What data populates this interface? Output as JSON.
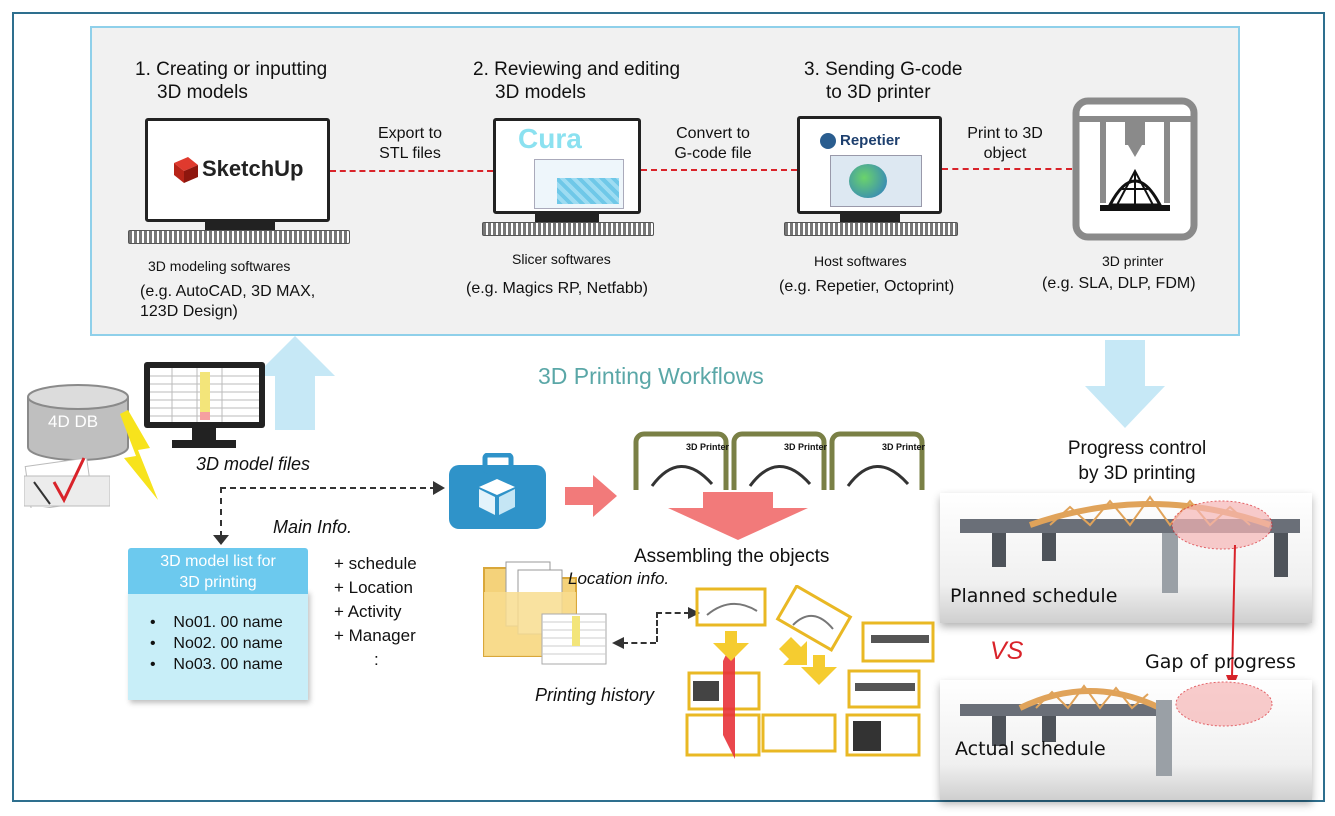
{
  "steps": {
    "step1": {
      "line1": "1. Creating or inputting",
      "line2": "3D models"
    },
    "step2": {
      "line1": "2. Reviewing and editing",
      "line2": "3D models"
    },
    "step3": {
      "line1": "3. Sending G-code",
      "line2": "to 3D printer"
    }
  },
  "connectors": {
    "export": {
      "line1": "Export to",
      "line2": "STL files"
    },
    "convert": {
      "line1": "Convert to",
      "line2": "G-code file"
    },
    "print": {
      "line1": "Print to 3D",
      "line2": "object"
    }
  },
  "software": {
    "modeling": {
      "logo": "SketchUp",
      "caption": "3D modeling softwares",
      "examples1": "(e.g. AutoCAD, 3D MAX,",
      "examples2": "123D Design)"
    },
    "slicer": {
      "logo": "Cura",
      "caption": "Slicer softwares",
      "examples": "(e.g. Magics RP, Netfabb)"
    },
    "host": {
      "logo": "Repetier",
      "caption": "Host softwares",
      "examples": "(e.g. Repetier, Octoprint)"
    },
    "printer": {
      "caption": "3D printer",
      "examples": "(e.g. SLA, DLP, FDM)"
    }
  },
  "workflow_title": "3D Printing Workflows",
  "db_label": "4D DB",
  "model_files_label": "3D model files",
  "main_info_label": "Main Info.",
  "model_list": {
    "title1": "3D model list for",
    "title2": "3D printing",
    "items": [
      "No01. 00 name",
      "No02. 00 name",
      "No03. 00 name"
    ]
  },
  "info_items": [
    "+ schedule",
    "+ Location",
    "+ Activity",
    "+ Manager",
    ":"
  ],
  "printer_tag": "3D Printer",
  "assembling_label": "Assembling the objects",
  "location_info_label": "Location info.",
  "printing_history_label": "Printing history",
  "progress": {
    "line1": "Progress control",
    "line2": "by 3D printing"
  },
  "planned_label": "Planned schedule",
  "actual_label": "Actual schedule",
  "vs_label": "VS",
  "gap_label": "Gap of progress",
  "colors": {
    "frame": "#2e6f8e",
    "box_border": "#8fd0ea",
    "arrow_blue": "#c6e8f6",
    "accent_red": "#d9232a",
    "list_title": "#6cc9ee",
    "list_body": "#c8eef8",
    "frame_yellow": "#e9b824",
    "workflow_title": "#5aa7a7"
  }
}
